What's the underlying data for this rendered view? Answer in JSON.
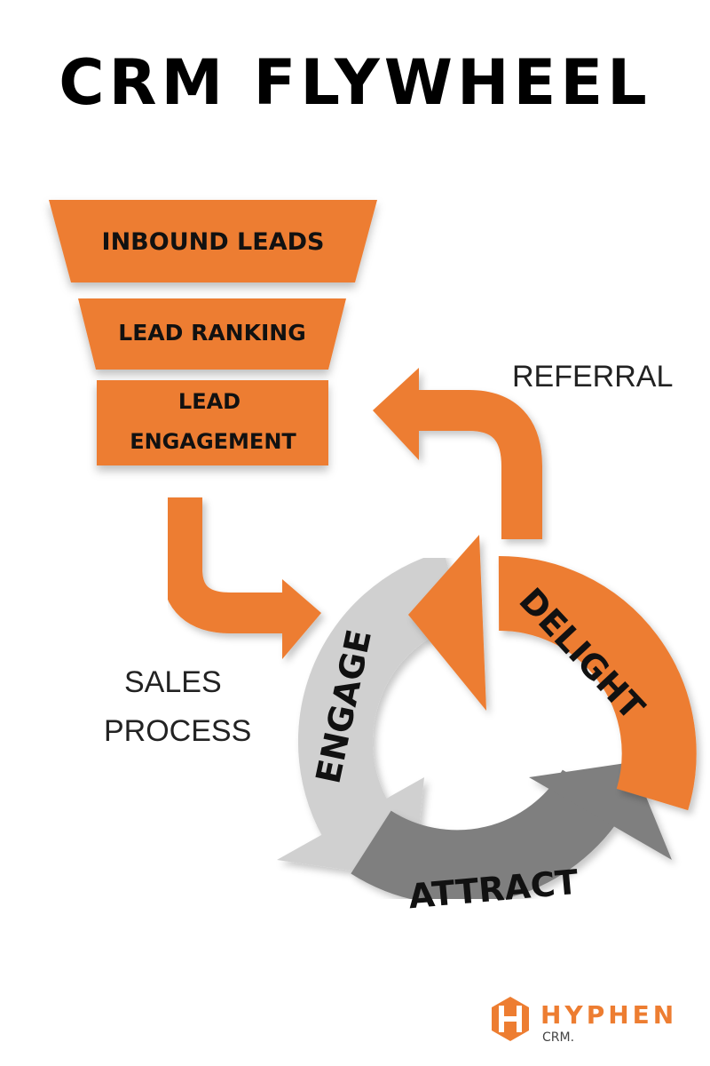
{
  "title": "CRM FLYWHEEL",
  "funnel": {
    "stage1": "INBOUND LEADS",
    "stage2": "LEAD RANKING",
    "stage3_line1": "LEAD",
    "stage3_line2": "ENGAGEMENT"
  },
  "arrows": {
    "referral": "REFERRAL",
    "sales_line1": "SALES",
    "sales_line2": "PROCESS"
  },
  "flywheel": {
    "delight": "DELIGHT",
    "engage": "ENGAGE",
    "attract": "ATTRACT"
  },
  "logo": {
    "name": "HYPHEN",
    "sub": "CRM."
  },
  "colors": {
    "orange": "#ED7D31",
    "light_gray": "#D0D0D0",
    "dark_gray": "#7F7F7F"
  }
}
